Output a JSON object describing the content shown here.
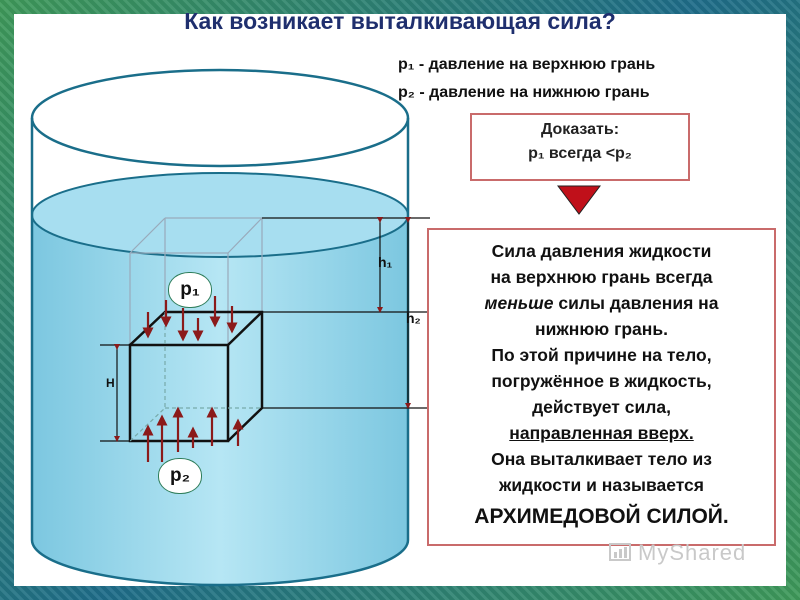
{
  "title": "Как возникает выталкивающая сила?",
  "legend": [
    {
      "sym": "p₁ -",
      "text": "давление на верхнюю грань"
    },
    {
      "sym": "p₂  -",
      "text": "давление на нижнюю грань"
    }
  ],
  "prove": {
    "line1": "Доказать:",
    "line2": "p₁ всегда <p₂"
  },
  "explanation": {
    "l1": "Сила давления жидкости",
    "l2": "на верхнюю грань всегда",
    "l3_em": "меньше",
    "l3_rest": " силы давления на",
    "l4": "нижнюю грань.",
    "l5": "По этой причине на тело,",
    "l6": "погружённое в жидкость,",
    "l7": "действует сила,",
    "l8": "направленная вверх.",
    "l9": "Она выталкивает тело из",
    "l10": "жидкости и  называется",
    "l11": "АРХИМЕДОВОЙ СИЛОЙ."
  },
  "labels": {
    "p1": "p₁",
    "p2": "p₂",
    "h1": "h₁",
    "h2": "h₂",
    "H": "H"
  },
  "watermark": "MyShared",
  "colors": {
    "water": "#8fd3ea",
    "arrow": "#8b1a1a",
    "accent": "#c0101a",
    "title": "#1f2f6e",
    "box_border": "#c96b6b"
  }
}
